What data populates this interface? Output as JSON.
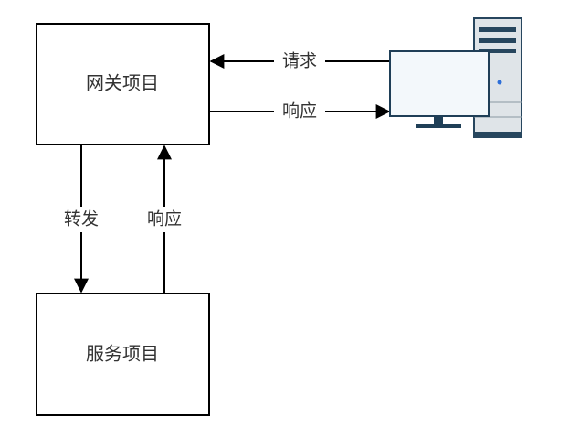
{
  "nodes": {
    "gateway": {
      "label": "网关项目"
    },
    "service": {
      "label": "服务项目"
    },
    "client": {
      "icon": "desktop-computer-icon"
    }
  },
  "edges": {
    "request": {
      "label": "请求"
    },
    "response_top": {
      "label": "响应"
    },
    "forward": {
      "label": "转发"
    },
    "response_bottom": {
      "label": "响应"
    }
  },
  "colors": {
    "stroke": "#000000",
    "text": "#333333",
    "monitor_screen": "#f3f8fb",
    "monitor_frame": "#1f3f57",
    "tower_body": "#dfe4e8",
    "tower_stripe": "#27465e",
    "power_led": "#2e6fd8"
  }
}
